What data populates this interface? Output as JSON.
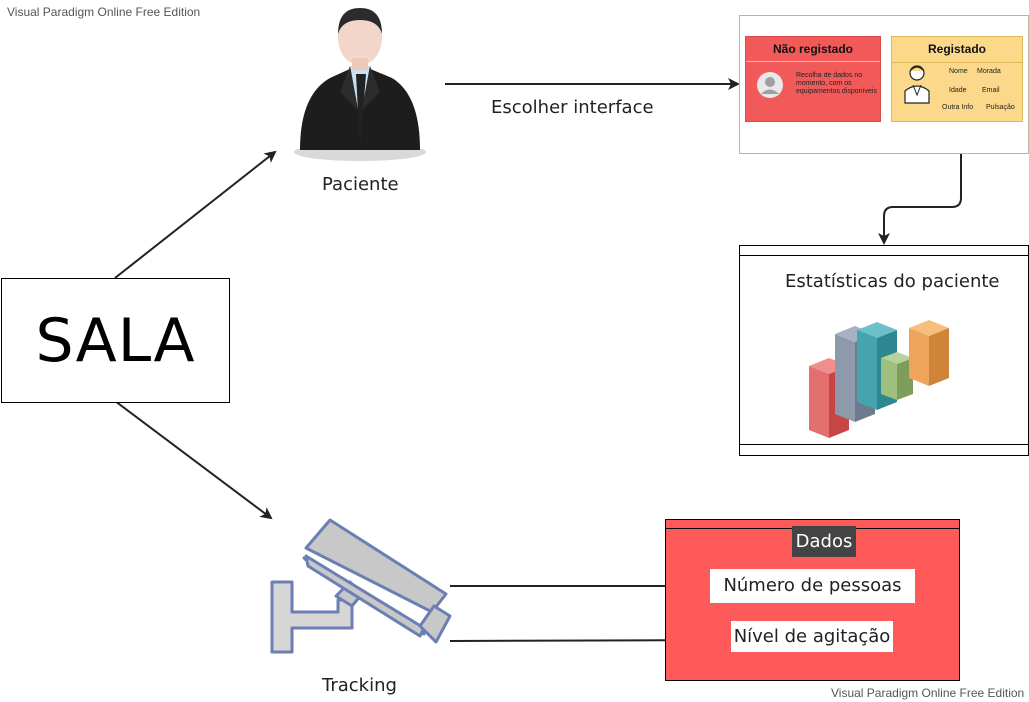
{
  "watermarks": {
    "top": "Visual Paradigm Online Free Edition",
    "bottom": "Visual Paradigm Online Free Edition"
  },
  "sala": {
    "label": "SALA",
    "icon": "cloud-node-icon"
  },
  "paciente": {
    "label": "Paciente",
    "icon": "businessman-icon"
  },
  "tracking": {
    "label": "Tracking",
    "icon": "security-camera-icon"
  },
  "interface": {
    "edge_label": "Escolher interface",
    "nao_registado": {
      "title": "Não registado",
      "text": "Recolha de dados no momento, com os equipamentos disponíveis"
    },
    "registado": {
      "title": "Registado",
      "fields": [
        "Nome",
        "Morada",
        "Idade",
        "Email",
        "Outra Info",
        "Pulsação"
      ]
    }
  },
  "estatisticas": {
    "title": "Estatísticas do paciente",
    "icon": "bar-chart-3d-icon"
  },
  "dados": {
    "title": "Dados",
    "items": [
      "Número de pessoas",
      "Nível de agitação"
    ]
  },
  "colors": {
    "red_card": "#f25a5a",
    "yellow_card": "#fcd98a",
    "dados_bg": "#ff5a5a",
    "camera": "#6b7fb5"
  }
}
